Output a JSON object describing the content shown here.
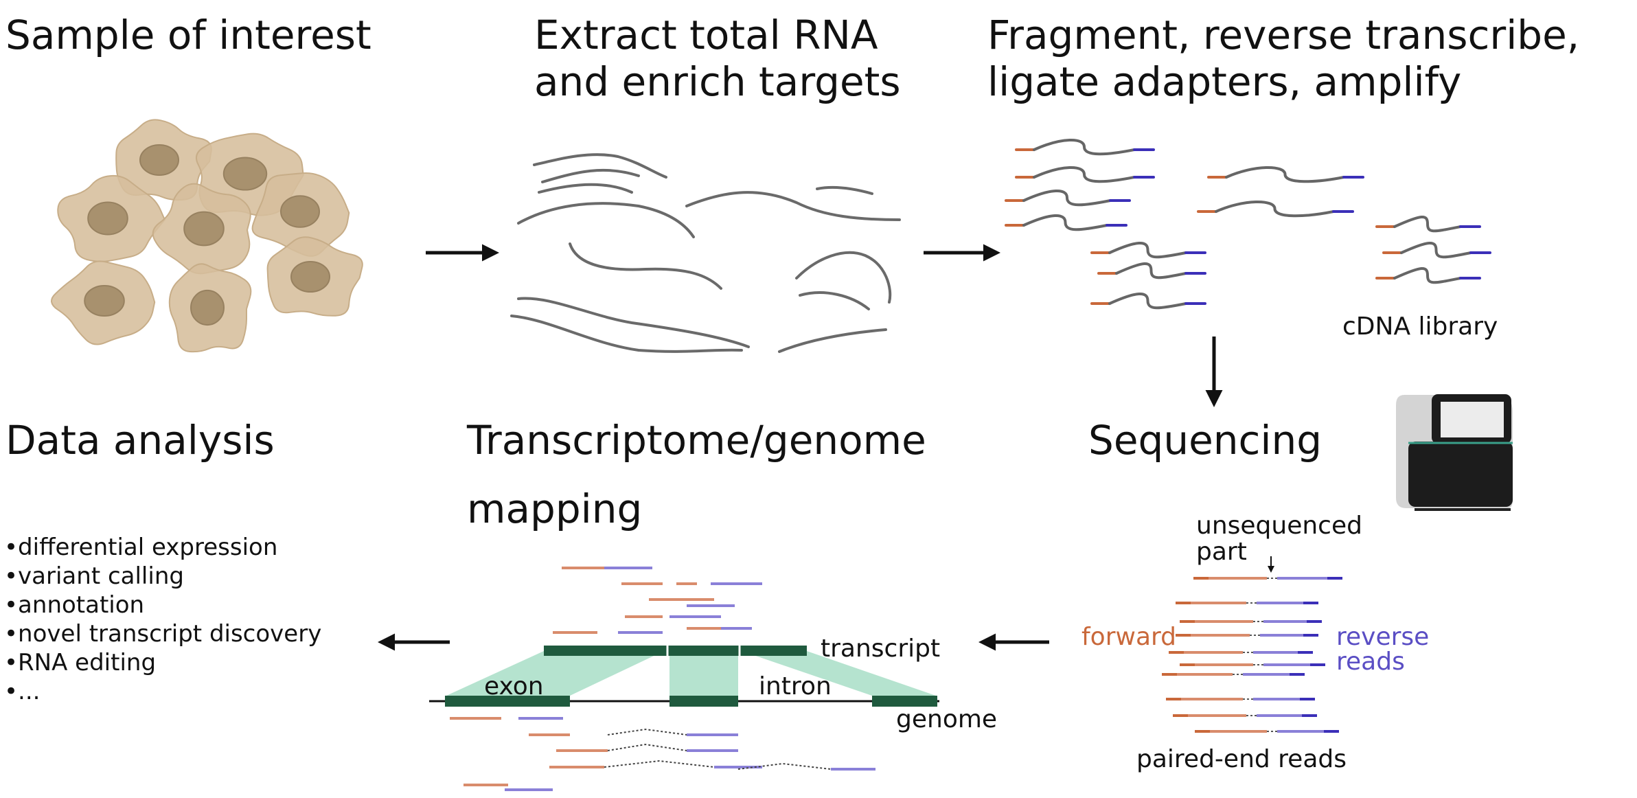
{
  "titles": {
    "sample": "Sample of interest",
    "extract": [
      "Extract total RNA",
      "and enrich targets"
    ],
    "fragment": [
      "Fragment, reverse transcribe,",
      "ligate adapters, amplify"
    ],
    "sequencing": "Sequencing",
    "mapping": [
      "Transcriptome/genome",
      "mapping"
    ],
    "analysis": "Data analysis"
  },
  "labels": {
    "cdna_library": "cDNA library",
    "unsequenced": [
      "unsequenced",
      "part"
    ],
    "forward": "forward",
    "reverse": [
      "reverse",
      "reads"
    ],
    "paired_end": "paired-end reads",
    "transcript": "transcript",
    "exon": "exon",
    "intron": "intron",
    "genome": "genome"
  },
  "analysis_items": [
    "•differential expression",
    "•variant calling",
    "•annotation",
    "•novel transcript discovery",
    "•RNA editing",
    "•..."
  ],
  "colors": {
    "forward": "#d98c6c",
    "reverse": "#8a80d8",
    "adapter_left": "#c9683a",
    "adapter_right": "#3b2fb8",
    "cell": "#d6be9c",
    "nucleus": "#a8916e",
    "exon": "#1f5a3e",
    "exon_shade": "#b5e3cf",
    "strand": "#666666"
  },
  "icons": {
    "cells": "cell-cluster-icon",
    "sequencer": "sequencer-icon"
  }
}
